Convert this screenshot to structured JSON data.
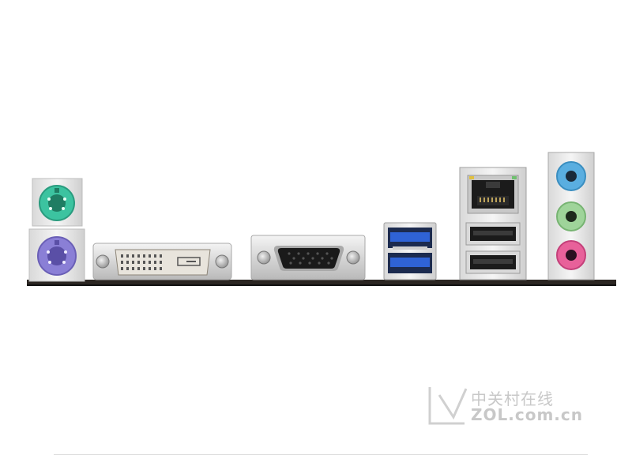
{
  "photo": {
    "subject": "motherboard-rear-io-panel",
    "ports": [
      {
        "name": "ps2-keyboard-port",
        "color": "#3cc3a0"
      },
      {
        "name": "ps2-mouse-port",
        "color": "#8a7fd6"
      },
      {
        "name": "dvi-port",
        "color": "#e8e4dc"
      },
      {
        "name": "vga-port",
        "color": "#1a1a1a"
      },
      {
        "name": "usb3-ports",
        "color": "#2f63d6"
      },
      {
        "name": "ethernet-port",
        "color": "#222222"
      },
      {
        "name": "usb2-ports",
        "color": "#222222"
      },
      {
        "name": "audio-line-in",
        "color": "#5aaee0"
      },
      {
        "name": "audio-line-out",
        "color": "#9fd49a"
      },
      {
        "name": "audio-mic",
        "color": "#e8619a"
      }
    ]
  },
  "watermark": {
    "line1": "中关村在线",
    "line2": "ZOL.com.cn"
  }
}
